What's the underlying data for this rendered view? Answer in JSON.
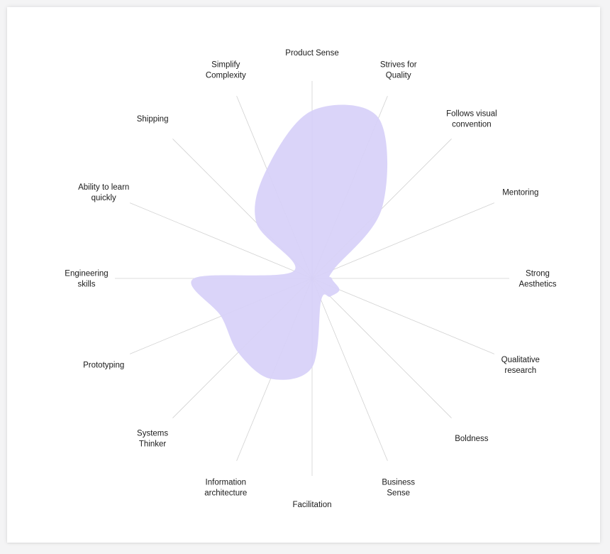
{
  "chart_data": {
    "type": "radar",
    "title": "",
    "grid": true,
    "fill_color": "#d7d0f8",
    "axis_line_color": "#d2d2d2",
    "max": 10,
    "categories": [
      "Product Sense",
      "Strives for Quality",
      "Follows visual convention",
      "Mentoring",
      "Strong Aesthetics",
      "Qualitative research",
      "Boldness",
      "Business Sense",
      "Facilitation",
      "Information architecture",
      "Systems Thinker",
      "Prototyping",
      "Engineering skills",
      "Ability to learn quickly",
      "Shipping",
      "Simplify Complexity"
    ],
    "category_lines": [
      [
        "Product Sense"
      ],
      [
        "Strives for",
        "Quality"
      ],
      [
        "Follows visual",
        "convention"
      ],
      [
        "Mentoring"
      ],
      [
        "Strong",
        "Aesthetics"
      ],
      [
        "Qualitative",
        "research"
      ],
      [
        "Boldness"
      ],
      [
        "Business",
        "Sense"
      ],
      [
        "Facilitation"
      ],
      [
        "Information",
        "architecture"
      ],
      [
        "Systems",
        "Thinker"
      ],
      [
        "Prototyping"
      ],
      [
        "Engineering",
        "skills"
      ],
      [
        "Ability to learn",
        "quickly"
      ],
      [
        "Shipping"
      ],
      [
        "Simplify",
        "Complexity"
      ]
    ],
    "values": [
      8.5,
      8.8,
      5.0,
      1.2,
      1.0,
      1.5,
      1.3,
      1.2,
      4.5,
      5.5,
      5.3,
      5.0,
      6.0,
      1.0,
      4.0,
      6.0
    ]
  }
}
